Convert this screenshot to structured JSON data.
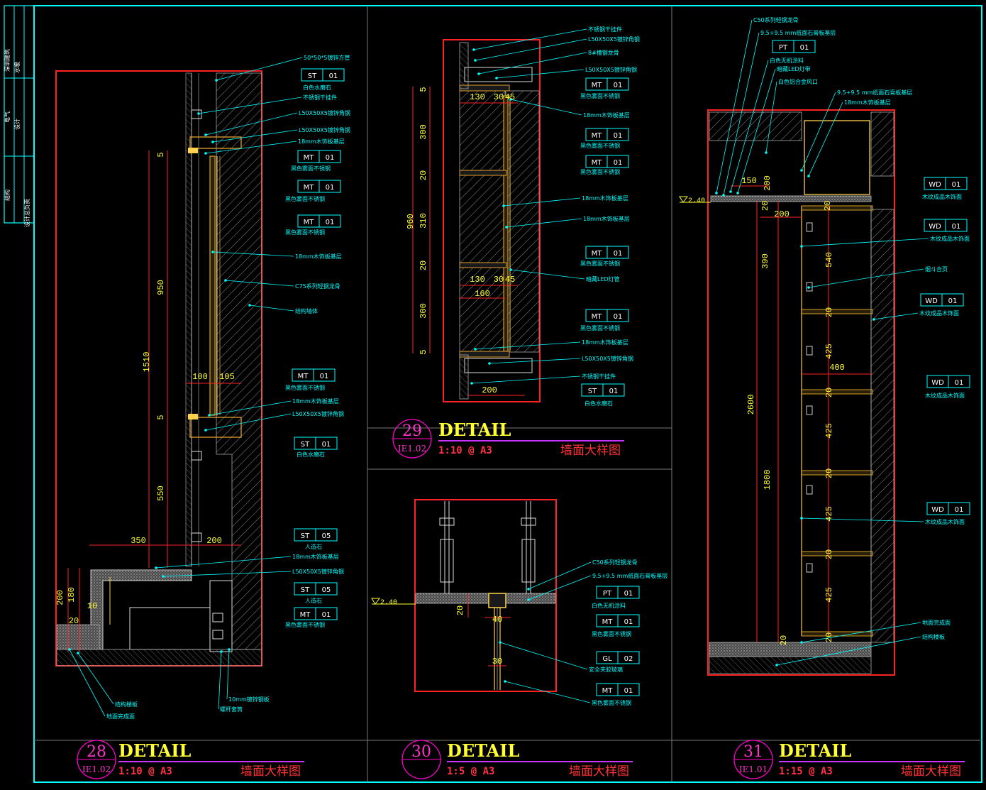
{
  "title_block": [
    "深圳建筑",
    "水暖",
    "电气",
    "设计",
    "结构",
    "设计总负责"
  ],
  "details": [
    {
      "num": "28",
      "ref": "IE1.02",
      "word": "DETAIL",
      "scale": "1:10 @ A3",
      "name": "墙面大样图"
    },
    {
      "num": "29",
      "ref": "IE1.02",
      "word": "DETAIL",
      "scale": "1:10 @ A3",
      "name": "墙面大样图"
    },
    {
      "num": "30",
      "ref": "",
      "word": "DETAIL",
      "scale": "1:5 @ A3",
      "name": "墙面大样图"
    },
    {
      "num": "31",
      "ref": "IE1.01",
      "word": "DETAIL",
      "scale": "1:15 @ A3",
      "name": "墙面大样图"
    }
  ],
  "d28": {
    "tags": [
      [
        "ST",
        "01"
      ],
      [
        "MT",
        "01"
      ],
      [
        "MT",
        "01"
      ],
      [
        "MT",
        "01"
      ],
      [
        "MT",
        "01"
      ],
      [
        "ST",
        "01"
      ],
      [
        "ST",
        "05"
      ],
      [
        "ST",
        "05"
      ],
      [
        "MT",
        "01"
      ]
    ],
    "notes": [
      "50*50*5镀锌方管",
      "白色水磨石",
      "不锈钢干挂件",
      "L50X50X5镀锌角钢",
      "L50X50X5镀锌角钢",
      "18mm木饰板基层",
      "黑色雾面不锈钢",
      "黑色雾面不锈钢",
      "黑色雾面不锈钢",
      "18mm木饰板基层",
      "C75系列轻钢龙骨",
      "结构墙体",
      "黑色雾面不锈钢",
      "18mm木饰板基层",
      "L50X50X5镀锌角钢",
      "白色水磨石",
      "人造石",
      "18mm木饰板基层",
      "L50X50X5镀锌角钢",
      "人造石",
      "黑色雾面不锈钢",
      "10mm镀锌钢板",
      "螺杆套筒",
      "结构楼板",
      "地面完成面"
    ],
    "dims": [
      "5",
      "950",
      "1510",
      "5",
      "550",
      "100",
      "105",
      "350",
      "200",
      "200",
      "180",
      "10",
      "20"
    ]
  },
  "d29": {
    "tags": [
      [
        "MT",
        "01"
      ],
      [
        "MT",
        "01"
      ],
      [
        "MT",
        "01"
      ],
      [
        "MT",
        "01"
      ],
      [
        "MT",
        "01"
      ],
      [
        "ST",
        "01"
      ]
    ],
    "notes": [
      "不锈钢干挂件",
      "L50X50X5镀锌角钢",
      "8#槽钢龙骨",
      "L50X50X5镀锌角钢",
      "黑色雾面不锈钢",
      "18mm木饰板基层",
      "黑色雾面不锈钢",
      "黑色雾面不锈钢",
      "18mm木饰板基层",
      "18mm木饰板基层",
      "黑色雾面不锈钢",
      "暗藏LED灯管",
      "黑色雾面不锈钢",
      "18mm木饰板基层",
      "L50X50X5镀锌角钢",
      "不锈钢干挂件",
      "白色水磨石"
    ],
    "dims": [
      "5",
      "300",
      "20",
      "960",
      "310",
      "20",
      "300",
      "5",
      "130",
      "30",
      "45",
      "130",
      "30",
      "45",
      "160",
      "200"
    ]
  },
  "d30": {
    "tags": [
      [
        "PT",
        "01"
      ],
      [
        "MT",
        "01"
      ],
      [
        "GL",
        "02"
      ],
      [
        "MT",
        "01"
      ]
    ],
    "notes": [
      "C50系列轻钢龙骨",
      "9.5+9.5 mm纸面石膏板基层",
      "白色无机涂料",
      "黑色雾面不锈钢",
      "安全夹胶玻璃",
      "黑色雾面不锈钢"
    ],
    "level": "2.40",
    "dims": [
      "20",
      "40",
      "30"
    ]
  },
  "d31": {
    "tags": [
      [
        "PT",
        "01"
      ],
      [
        "WD",
        "01"
      ],
      [
        "WD",
        "01"
      ],
      [
        "WD",
        "01"
      ],
      [
        "WD",
        "01"
      ],
      [
        "WD",
        "01"
      ]
    ],
    "notes": [
      "C50系列轻钢龙骨",
      "9.5+9.5 mm纸面石膏板基层",
      "白色无机涂料",
      "暗藏LED灯带",
      "白色铝合金风口",
      "9.5+9.5 mm纸面石膏板基层",
      "18mm木饰板基层",
      "木纹成品木饰面",
      "木纹成品木饰面",
      "烟斗合页",
      "木纹成品木饰面",
      "木纹成品木饰面",
      "木纹成品木饰面",
      "地面完成面",
      "结构楼板"
    ],
    "level": "2.40",
    "dims": [
      "150",
      "200",
      "20",
      "200",
      "20",
      "390",
      "540",
      "20",
      "425",
      "400",
      "20",
      "425",
      "2600",
      "20",
      "1800",
      "425",
      "20",
      "425",
      "20",
      "20"
    ]
  }
}
